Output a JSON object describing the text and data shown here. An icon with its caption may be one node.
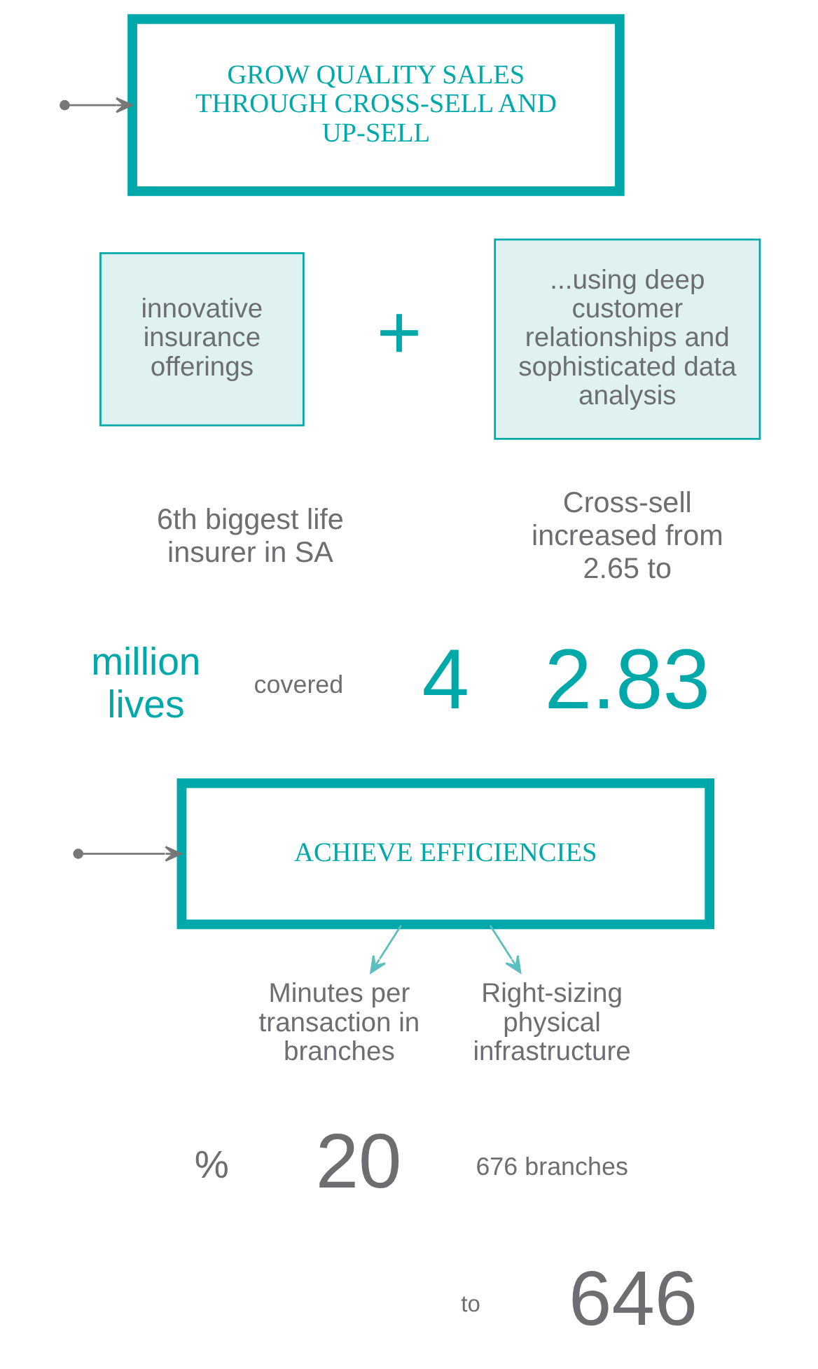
{
  "diagram": {
    "nodes": [
      {
        "text": [
          "GROW QUALITY SALES THROUGH CROSS-SELL AND UP-SELL"
        ]
      },
      {
        "text": [
          "...using deep customer relationships and sophisticated data analysis"
        ]
      },
      {
        "text": [
          "innovative insurance offerings"
        ]
      },
      {
        "text": [
          "ACHIEVE EFFICIENCIES"
        ]
      },
      {
        "text": [
          "Minutes per transaction in branches"
        ]
      },
      {
        "text": [
          "Right-sizing physical infrastructure"
        ]
      }
    ],
    "edges": [
      {
        "from": null,
        "to": 0,
        "arrow": "to"
      },
      {
        "from": null,
        "to": 3,
        "arrow": "to"
      },
      {
        "from": 3,
        "to": 4,
        "arrow": "to",
        "color": "#5bbfc0"
      },
      {
        "from": 3,
        "to": 5,
        "arrow": "to",
        "color": "#5bbfc0"
      }
    ],
    "labels": [
      "+",
      "Cross-sell increased from 2.65 to",
      "2.83",
      "6th biggest life insurer in SA",
      "4",
      "million lives",
      "covered",
      "20",
      "%",
      "676 branches",
      "to",
      "646"
    ]
  }
}
